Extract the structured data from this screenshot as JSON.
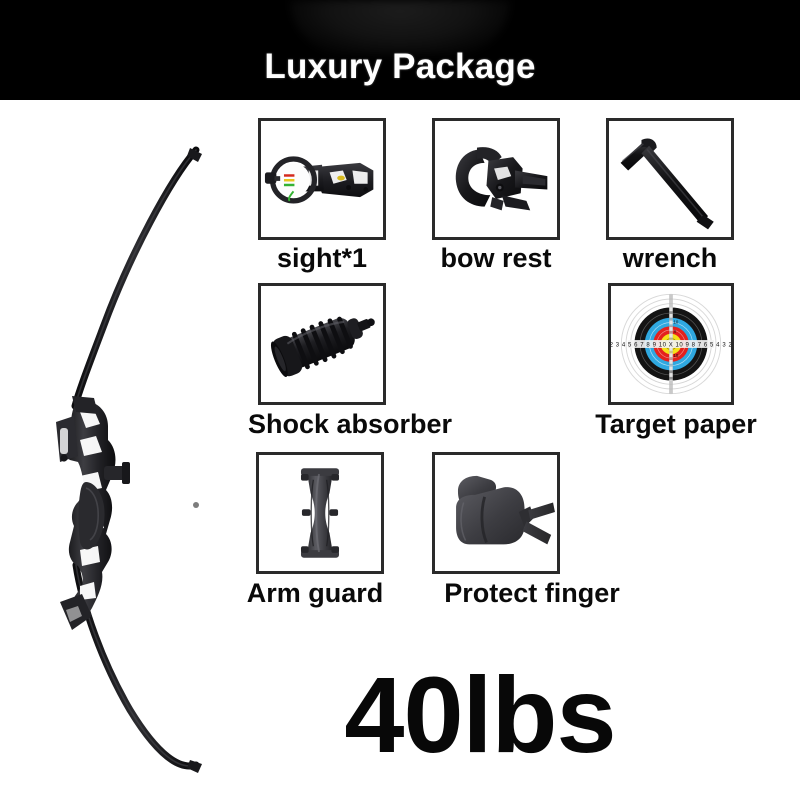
{
  "header": {
    "title": "Luxury Package",
    "background_color": "#000000",
    "text_color": "#ffffff"
  },
  "product": {
    "weight_label": "40lbs",
    "main_item_name": "recurve-bow",
    "background_color": "#ffffff"
  },
  "accessories": [
    {
      "id": "sight",
      "label": "sight*1",
      "icon": "bow-sight-icon",
      "colors": {
        "body": "#1d1d1f",
        "pin_red": "#d42a1e",
        "pin_yellow": "#e8c51c",
        "pin_green": "#34b233"
      }
    },
    {
      "id": "bow-rest",
      "label": "bow rest",
      "icon": "arrow-rest-icon",
      "colors": {
        "body": "#1a1a1c"
      }
    },
    {
      "id": "wrench",
      "label": "wrench",
      "icon": "hex-key-wrench-icon",
      "colors": {
        "body": "#141416"
      }
    },
    {
      "id": "shock-absorber",
      "label": "Shock absorber",
      "icon": "shock-absorber-icon",
      "colors": {
        "body": "#1c1c1e"
      }
    },
    {
      "id": "target-paper",
      "label": "Target paper",
      "icon": "archery-target-icon",
      "colors": {
        "outer": "#ffffff",
        "black_ring": "#141414",
        "blue_ring": "#2fa8e0",
        "red_ring": "#e4211d",
        "gold_center": "#f4e01a",
        "grid": "#c9c9c9"
      }
    },
    {
      "id": "arm-guard",
      "label": "Arm guard",
      "icon": "arm-guard-icon",
      "colors": {
        "body": "#46464a"
      }
    },
    {
      "id": "protect-finger",
      "label": "Protect finger",
      "icon": "finger-tab-icon",
      "colors": {
        "body": "#4a4a4e",
        "strap": "#3a3a3e"
      }
    }
  ],
  "bow": {
    "limb_color": "#1a1a1c",
    "riser_color": "#232326",
    "string_color": "#9a9a9a"
  }
}
